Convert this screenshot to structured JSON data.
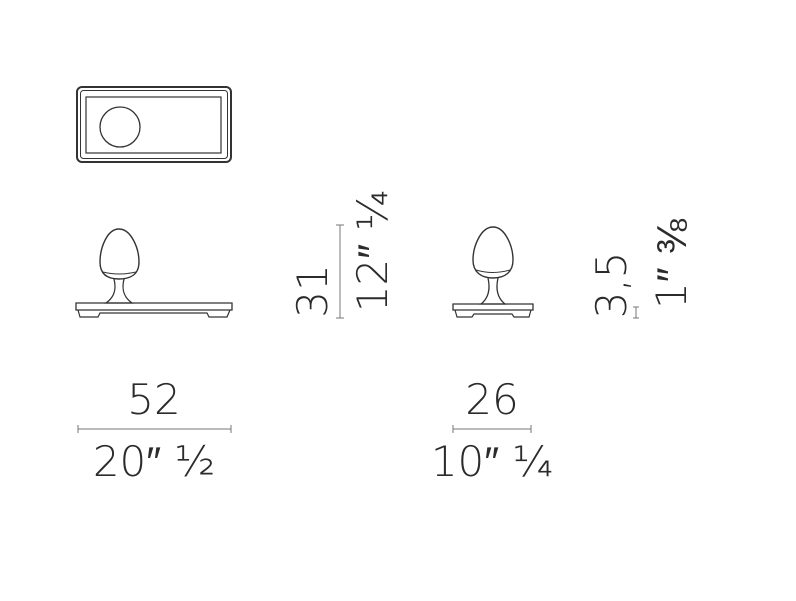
{
  "drawing": {
    "line_color": "#333333",
    "text_color": "#2b2b2b",
    "top_view": {
      "icon": "tray-top-view-icon"
    },
    "large_tray": {
      "icon": "egg-stand-tray-side-icon",
      "width_cm": "52",
      "width_in": "20″ ½",
      "height_cm": "31",
      "height_in": "12″ ¼"
    },
    "small_tray": {
      "icon": "egg-stand-tray-side-icon",
      "width_cm": "26",
      "width_in": "10″ ¼",
      "height_cm": "3,5",
      "height_in": "1″ ⅜"
    }
  }
}
